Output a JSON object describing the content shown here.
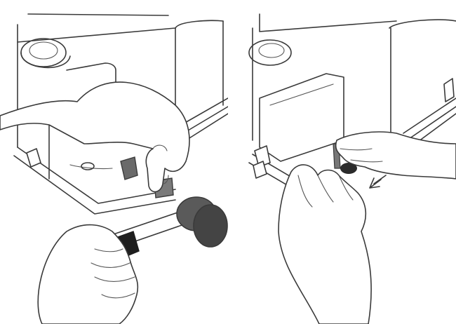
{
  "figure": {
    "panels": [
      {
        "id": "left",
        "depicts": "hand-with-mallet-tapping-clip"
      },
      {
        "id": "right",
        "depicts": "two-hands-pressing-clip"
      }
    ],
    "colors": {
      "line": "#3a3a3a",
      "mallet_head": "#555555",
      "mallet_grip": "#1e1e1e",
      "clip": "#6a6a6a",
      "background": "#ffffff"
    },
    "icons": [
      "mallet-icon",
      "arrow-icon"
    ]
  }
}
